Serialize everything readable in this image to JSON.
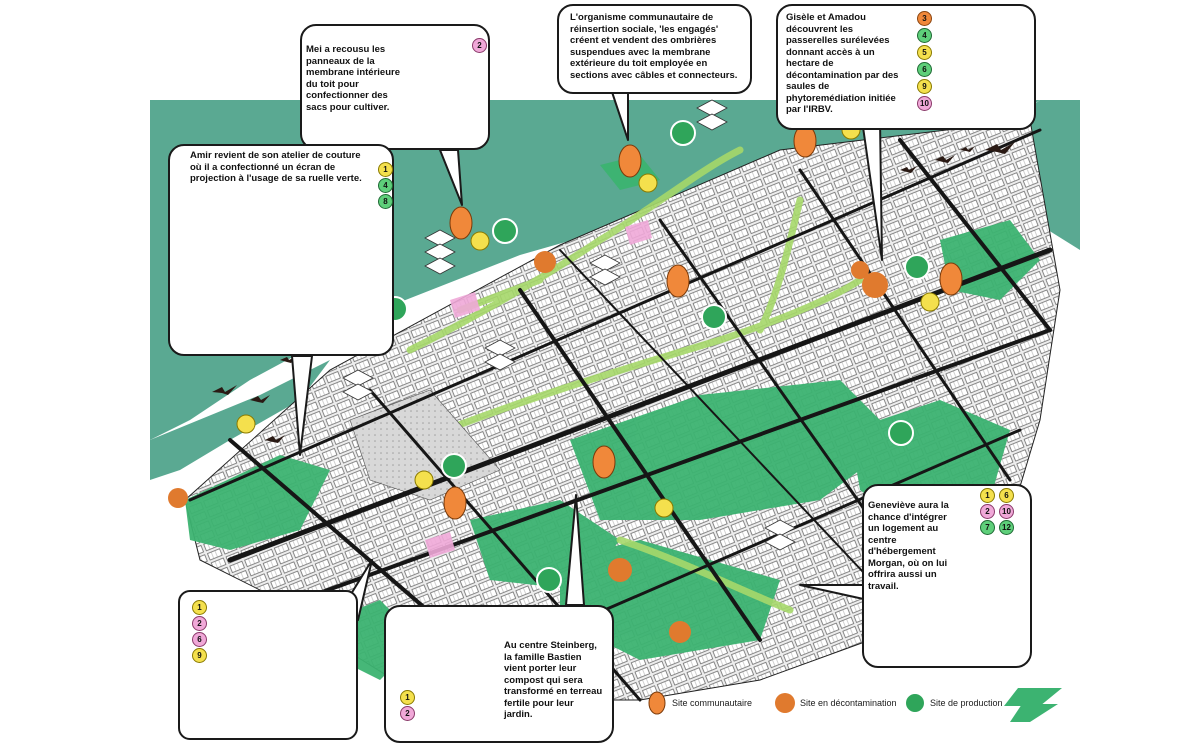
{
  "callouts": {
    "mei": {
      "text": "Mei a recousu les panneaux de la membrane intérieure du toit pour confectionner des sacs pour cultiver.",
      "badges": [
        "2"
      ]
    },
    "organisme": {
      "text": "L'organisme communautaire de réinsertion sociale, 'les engagés' créent et vendent des ombrières suspendues avec la membrane extérieure du toit employée en sections avec câbles et connecteurs."
    },
    "gisele": {
      "text": "Gisèle et Amadou découvrent les passerelles surélevées donnant accès à un hectare de décontamination par des saules de phytoremédiation initiée par l'IRBV.",
      "badges": [
        "3",
        "4",
        "5",
        "6",
        "9",
        "10"
      ]
    },
    "amir": {
      "text": "Amir revient de son atelier de couture où il a confectionné un écran de projection à l'usage de sa ruelle verte.",
      "badges": [
        "1",
        "4",
        "8"
      ]
    },
    "genevieve": {
      "text": "Geneviève aura la chance d'intégrer un logement au centre d'hébergement Morgan, où on lui offrira aussi un travail.",
      "badges": [
        "1",
        "6",
        "2",
        "10",
        "7",
        "12"
      ]
    },
    "greenhouse": {
      "badges": [
        "1",
        "2",
        "6",
        "9"
      ]
    },
    "steinberg": {
      "text": "Au centre Steinberg, la famille Bastien vient porter leur compost qui sera transformé en terreau fertile pour leur jardin.",
      "badges": [
        "1",
        "2"
      ]
    }
  },
  "legend": {
    "communautaire": "Site communautaire",
    "decontamination": "Site en décontamination",
    "production": "Site de production"
  },
  "colors": {
    "water": "#5aa992",
    "green": "#3cb371",
    "lime": "#a6d86a",
    "orange": "#f0883a",
    "yellow": "#f4e04d",
    "pink": "#f0a8d8",
    "road": "#161616"
  }
}
